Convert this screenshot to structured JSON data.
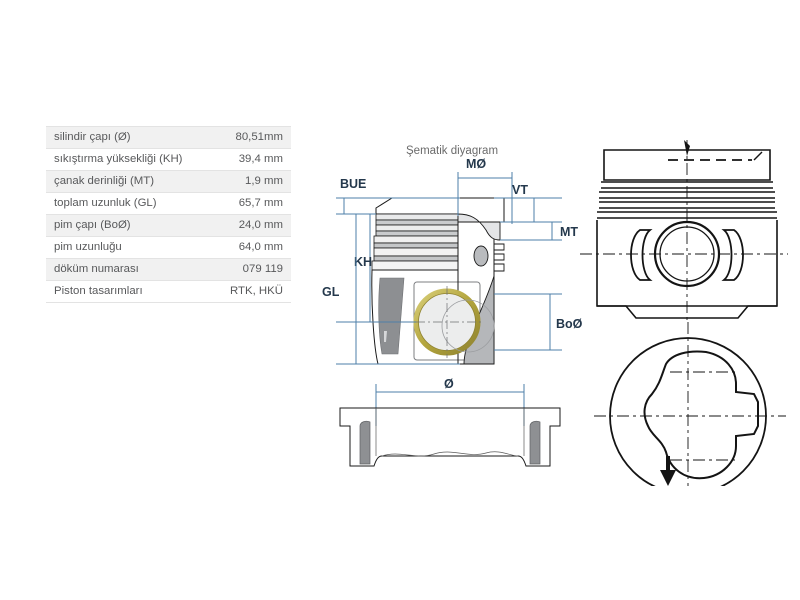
{
  "table": {
    "rows": [
      {
        "label": "silindir çapı (Ø)",
        "value": "80,51mm"
      },
      {
        "label": "sıkıştırma yüksekliği (KH)",
        "value": "39,4 mm"
      },
      {
        "label": "çanak derinliği (MT)",
        "value": "1,9 mm"
      },
      {
        "label": "toplam uzunluk (GL)",
        "value": "65,7 mm"
      },
      {
        "label": "pim çapı (BoØ)",
        "value": "24,0 mm"
      },
      {
        "label": "pim uzunluğu",
        "value": "64,0 mm"
      },
      {
        "label": "döküm numarası",
        "value": "079 119"
      },
      {
        "label": "Piston tasarımları",
        "value": "RTK, HKÜ"
      }
    ]
  },
  "schematic": {
    "title": "Şematik diyagram",
    "labels": {
      "bue": "BUE",
      "kh": "KH",
      "gl": "GL",
      "mo": "MØ",
      "vt": "VT",
      "mt": "MT",
      "bo": "BoØ",
      "diameter": "Ø"
    }
  },
  "colors": {
    "dimension_line": "#4e7fa8",
    "dimension_text": "#24384c",
    "title_text": "#6b6b6b",
    "table_row_alt": "#f1f1f1",
    "table_text": "#58595b",
    "outline": "#1a1a1a",
    "pin_bushing": "#b0a23c"
  }
}
